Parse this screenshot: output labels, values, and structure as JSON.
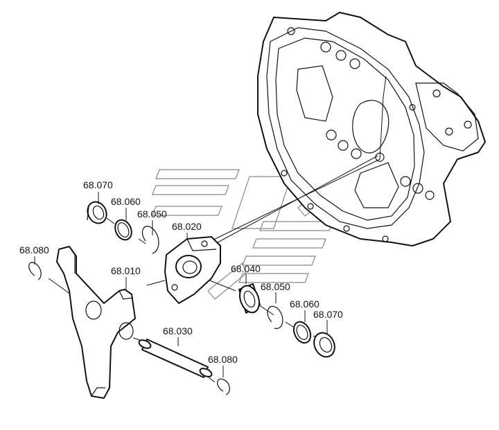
{
  "labels": {
    "p68_070_a": "68.070",
    "p68_060_a": "68.060",
    "p68_050_a": "68.050",
    "p68_020": "68.020",
    "p68_080_a": "68.080",
    "p68_010": "68.010",
    "p68_040": "68.040",
    "p68_050_b": "68.050",
    "p68_060_b": "68.060",
    "p68_070_b": "68.070",
    "p68_030": "68.030",
    "p68_080_b": "68.080"
  }
}
